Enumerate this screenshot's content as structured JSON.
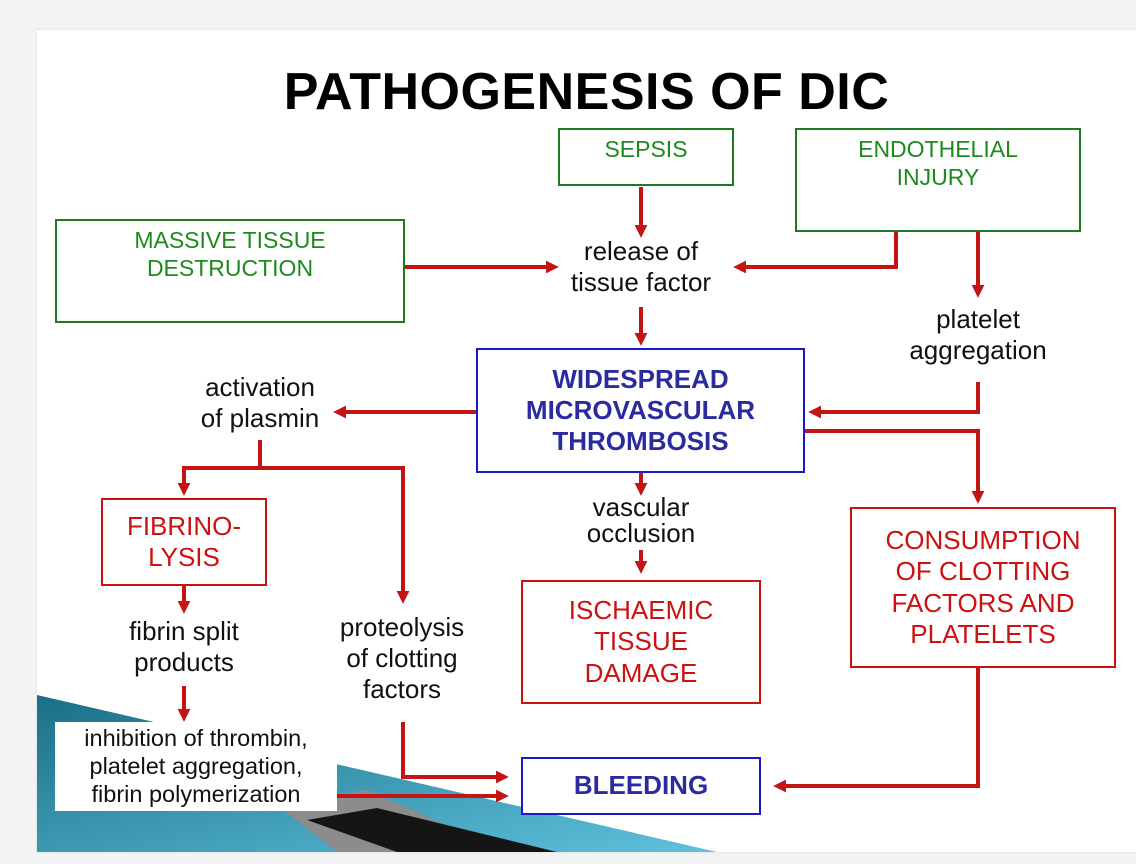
{
  "slide": {
    "title": "PATHOGENESIS OF DIC"
  },
  "boxes": {
    "sepsis": "SEPSIS",
    "endothelial": "ENDOTHELIAL\nINJURY",
    "massive": "MASSIVE TISSUE\nDESTRUCTION",
    "widespread": "WIDESPREAD\nMICROVASCULAR\nTHROMBOSIS",
    "fibrinolysis": "FIBRINO-\nLYSIS",
    "ischaemic": "ISCHAEMIC\nTISSUE\nDAMAGE",
    "consumption": "CONSUMPTION\nOF CLOTTING\nFACTORS AND\nPLATELETS",
    "bleeding": "BLEEDING"
  },
  "labels": {
    "release": "release of\ntissue factor",
    "platelet_agg": "platelet\naggregation",
    "activation": "activation\nof plasmin",
    "vascular": "vascular\nocclusion",
    "fibrin_split": "fibrin split\nproducts",
    "proteolysis": "proteolysis\nof clotting\nfactors",
    "inhibition": "inhibition of thrombin,\nplatelet aggregation,\nfibrin polymerization"
  },
  "colors": {
    "arrow": "#c41414",
    "green": "#1d8a1d",
    "red": "#cc1111",
    "blue_border": "#1a1acc",
    "blue_text": "#2b2ba0"
  }
}
